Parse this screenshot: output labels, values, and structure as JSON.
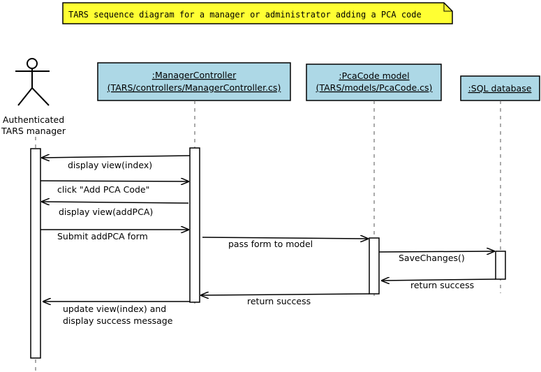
{
  "note": {
    "text": "TARS sequence diagram for a manager or administrator adding a PCA code",
    "fill": "#ffff33"
  },
  "actor": {
    "label_line1": "Authenticated",
    "label_line2": "TARS manager"
  },
  "participants": [
    {
      "id": "controller",
      "line1": ":ManagerController",
      "line2": "(TARS/controllers/ManagerController.cs)"
    },
    {
      "id": "model",
      "line1": ":PcaCode model",
      "line2": "(TARS/models/PcaCode.cs)"
    },
    {
      "id": "db",
      "line1": ":SQL database",
      "line2": ""
    }
  ],
  "participant_fill": "#add8e6",
  "messages": [
    {
      "from": "controller",
      "to": "actor",
      "label": "display view(index)"
    },
    {
      "from": "actor",
      "to": "controller",
      "label": "click \"Add PCA Code\""
    },
    {
      "from": "controller",
      "to": "actor",
      "label": "display view(addPCA)"
    },
    {
      "from": "actor",
      "to": "controller",
      "label": "Submit addPCA form"
    },
    {
      "from": "controller",
      "to": "model",
      "label": "pass form to model"
    },
    {
      "from": "model",
      "to": "db",
      "label": "SaveChanges()"
    },
    {
      "from": "db",
      "to": "model",
      "label": "return success"
    },
    {
      "from": "model",
      "to": "controller",
      "label": "return success"
    },
    {
      "from": "controller",
      "to": "actor",
      "label_line1": "update view(index) and",
      "label_line2": "display success message"
    }
  ]
}
